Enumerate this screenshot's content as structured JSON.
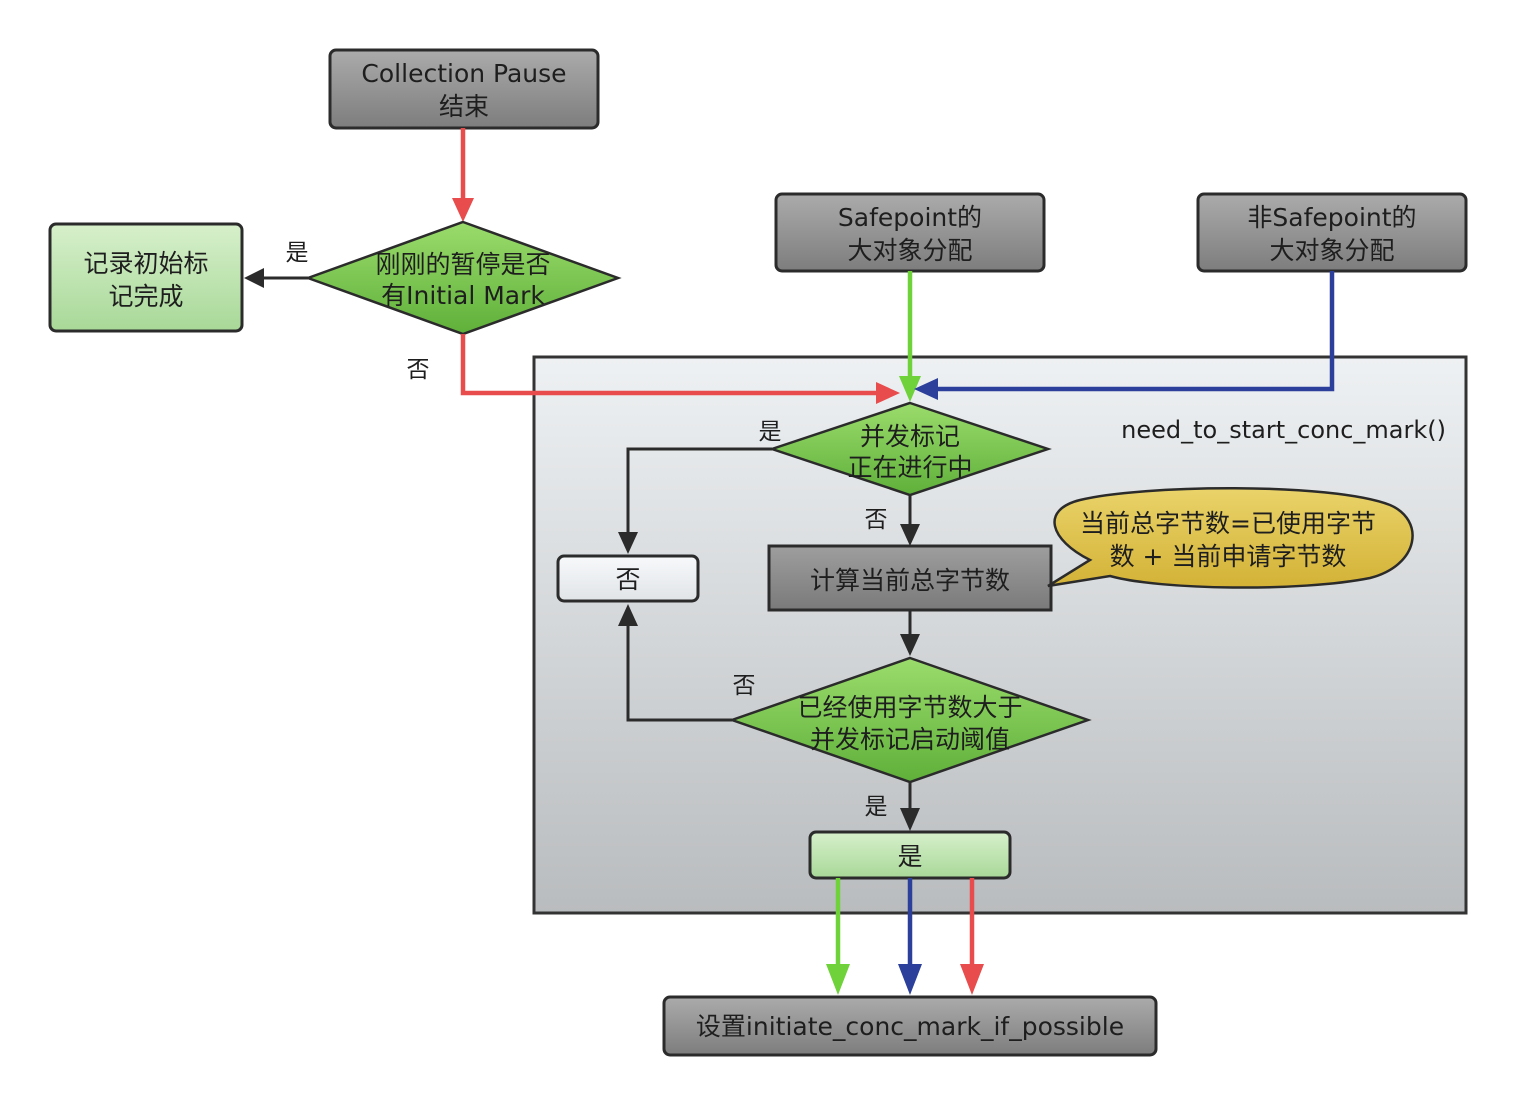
{
  "colors": {
    "red": "#e84c4c",
    "green": "#6fd23a",
    "blue": "#2b3f9b",
    "dark": "#2b2b2b",
    "gray_box": "#8a8a8a",
    "green_box": "#b8dfa5",
    "callout": "#e1c03c"
  },
  "nodes": {
    "pause_end": [
      "Collection Pause",
      "结束"
    ],
    "decision_initial_mark": [
      "刚刚的暂停是否",
      "有Initial Mark"
    ],
    "record_initial_mark": [
      "记录初始标",
      "记完成"
    ],
    "safepoint_alloc": [
      "Safepoint的",
      "大对象分配"
    ],
    "non_safepoint_alloc": [
      "非Safepoint的",
      "大对象分配"
    ],
    "function_name": "need_to_start_conc_mark()",
    "decision_concurrent": [
      "并发标记",
      "正在进行中"
    ],
    "no_box": "否",
    "compute_bytes": "计算当前总字节数",
    "callout": [
      "当前总字节数=已使用字节",
      "数 + 当前申请字节数"
    ],
    "decision_threshold": [
      "已经使用字节数大于",
      "并发标记启动阈值"
    ],
    "yes_box": "是",
    "set_flag": "设置initiate_conc_mark_if_possible"
  },
  "edge_labels": {
    "yes_initial": "是",
    "no_initial": "否",
    "yes_concurrent": "是",
    "no_concurrent": "否",
    "no_threshold": "否",
    "yes_threshold": "是"
  }
}
